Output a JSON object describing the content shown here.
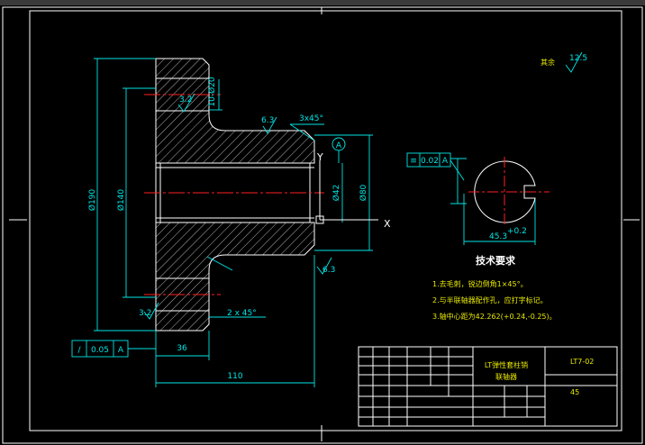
{
  "roughness_general": "12.5",
  "roughness_other_label": "其余",
  "dims": {
    "d190": "Ø190",
    "d140": "Ø140",
    "d80": "Ø80",
    "d42": "Ø42",
    "len36": "36",
    "len110": "110",
    "chamfer_top": "3x45°",
    "chamfer_bottom": "2 x 45°",
    "bore_keyway": "10-Ø20",
    "keyway_width": "45.3",
    "keyway_tol": "+0.2"
  },
  "roughness": {
    "r1": "3.2",
    "r2": "6.3",
    "r3": "3.2",
    "r4": "6.3"
  },
  "datum": "A",
  "axis_x": "X",
  "axis_y": "Y",
  "tolerance_runout": {
    "symbol": "/",
    "value": "0.05",
    "datum": "A"
  },
  "tolerance_sym": {
    "symbol": "≡",
    "value": "0.02",
    "datum": "A"
  },
  "tech_title": "技术要求",
  "tech_notes": [
    "1.去毛刺，锐边倒角1×45°。",
    "2.与半联轴器配作孔，应打字标记。",
    "3.轴中心距为42.262(+0.24,-0.25)。"
  ],
  "title_block": {
    "part_name_1": "LT弹性套柱销",
    "part_name_2": "联轴器",
    "drawing_no": "LT7-02",
    "material": "45"
  }
}
